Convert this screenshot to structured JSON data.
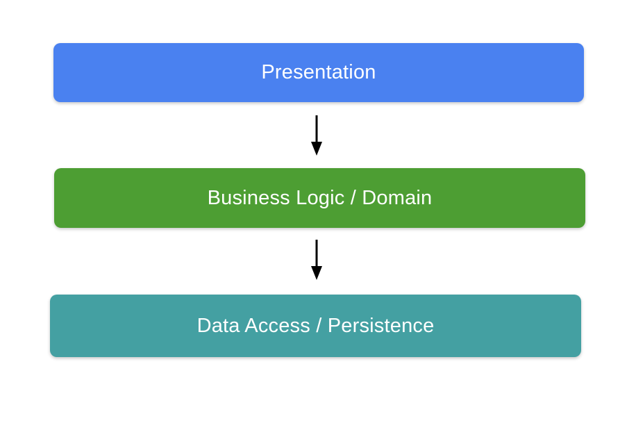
{
  "diagram": {
    "title": "layered-architecture-diagram",
    "background_color": "#ffffff",
    "arrow_color": "#000000",
    "layers": [
      {
        "label": "Presentation",
        "color": "#4a81f0",
        "text_color": "#ffffff"
      },
      {
        "label": "Business Logic / Domain",
        "color": "#4d9e33",
        "text_color": "#ffffff"
      },
      {
        "label": "Data Access / Persistence",
        "color": "#44a0a2",
        "text_color": "#ffffff"
      }
    ],
    "connectors": [
      {
        "icon": "down-arrow-icon",
        "from": "Presentation",
        "to": "Business Logic / Domain"
      },
      {
        "icon": "down-arrow-icon",
        "from": "Business Logic / Domain",
        "to": "Data Access / Persistence"
      }
    ]
  }
}
